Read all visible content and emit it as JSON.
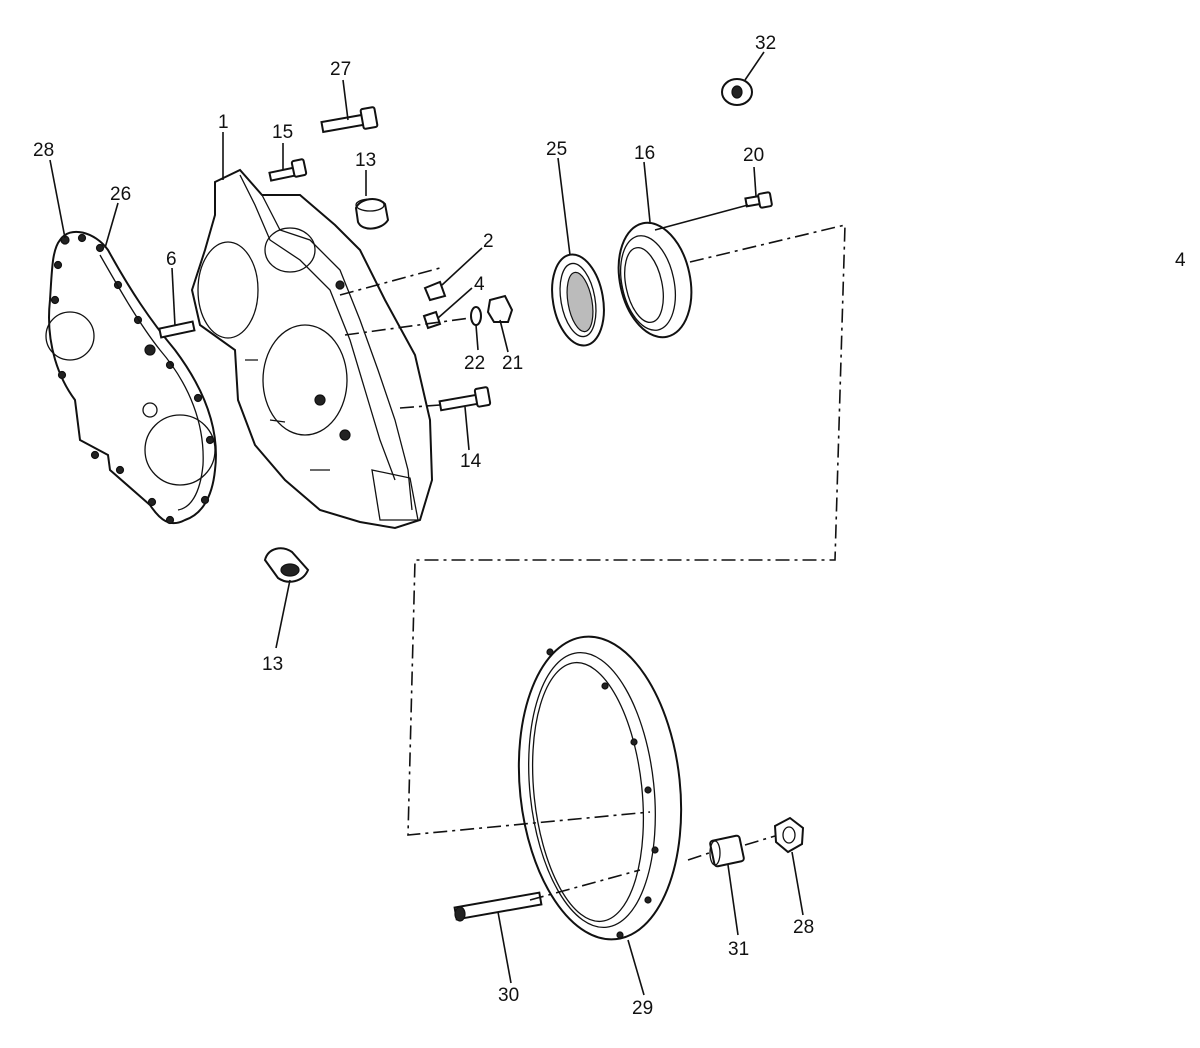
{
  "diagram": {
    "labels": {
      "l1": "1",
      "l2": "2",
      "l4a": "4",
      "l4b": "4",
      "l6": "6",
      "l13a": "13",
      "l13b": "13",
      "l14": "14",
      "l15": "15",
      "l16": "16",
      "l20": "20",
      "l21": "21",
      "l22": "22",
      "l25": "25",
      "l26": "26",
      "l27": "27",
      "l28a": "28",
      "l28b": "28",
      "l29": "29",
      "l30": "30",
      "l31": "31",
      "l32": "32"
    }
  }
}
